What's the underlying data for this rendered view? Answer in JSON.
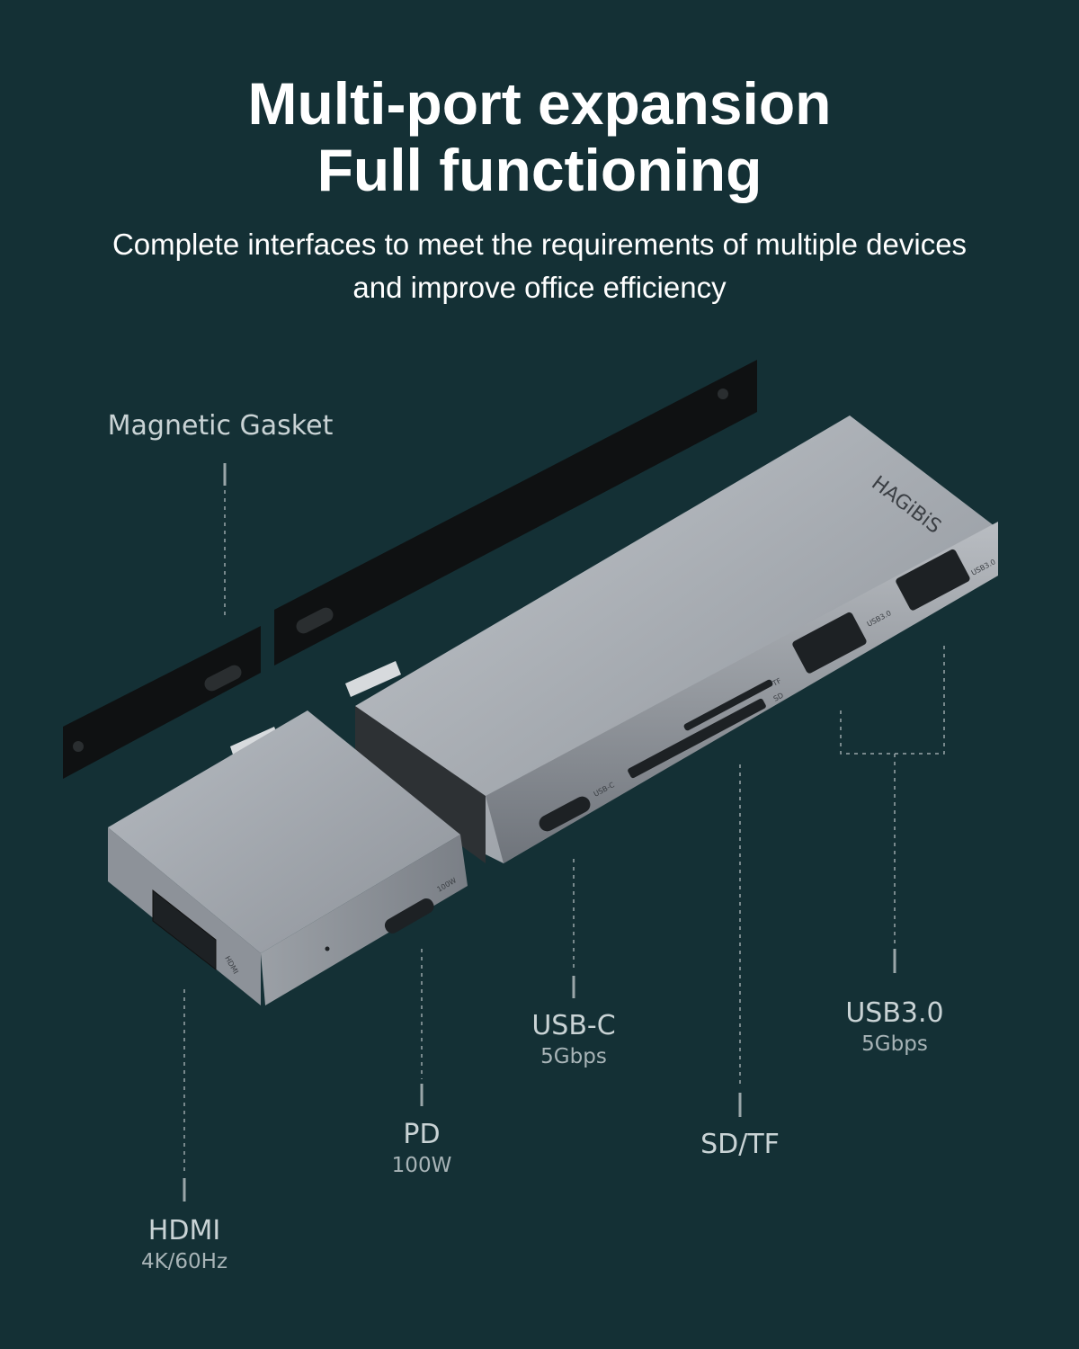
{
  "header": {
    "title_line1": "Multi-port expansion",
    "title_line2": "Full functioning",
    "subtitle_line1": "Complete interfaces to meet the requirements of multiple devices",
    "subtitle_line2": "and improve office efficiency"
  },
  "product": {
    "brand": "HAGiBiS",
    "port_marks": {
      "usb3_a": "USB3.0",
      "usb3_b": "USB3.0",
      "tf": "TF",
      "sd": "SD",
      "usbc": "USB-C",
      "pd": "100W",
      "hdmi": "HDMI"
    }
  },
  "callouts": {
    "gasket": {
      "name": "Magnetic Gasket"
    },
    "hdmi": {
      "name": "HDMI",
      "spec": "4K/60Hz"
    },
    "pd": {
      "name": "PD",
      "spec": "100W"
    },
    "usbc": {
      "name": "USB-C",
      "spec": "5Gbps"
    },
    "sdtf": {
      "name": "SD/TF"
    },
    "usb3": {
      "name": "USB3.0",
      "spec": "5Gbps"
    }
  },
  "colors": {
    "background": "#143035",
    "text": "#ffffff",
    "label": "#c9d3d5",
    "aluminium": "#9ea3aa"
  }
}
